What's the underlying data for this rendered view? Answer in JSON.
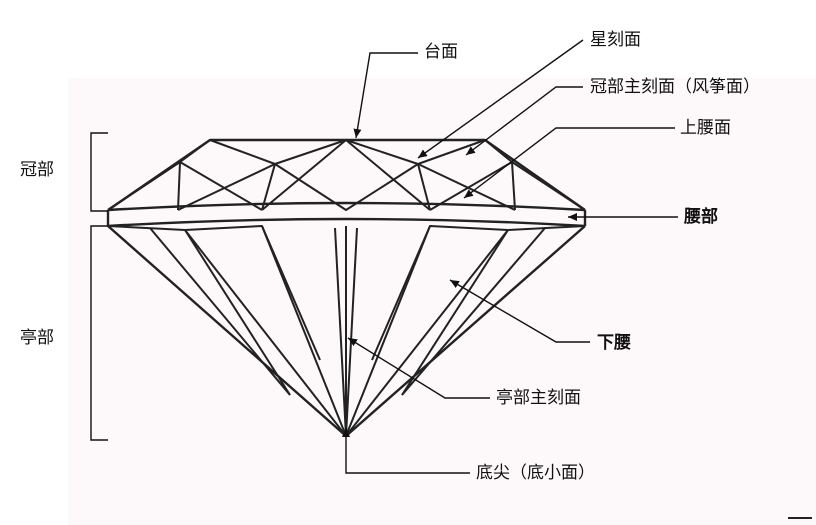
{
  "diagram": {
    "labels": {
      "table": "台面",
      "star_facet": "星刻面",
      "crown_main_facet": "冠部主刻面（风筝面）",
      "upper_girdle_facet": "上腰面",
      "girdle": "腰部",
      "lower_girdle": "下腰",
      "pavilion_main_facet": "亭部主刻面",
      "culet": "底尖（底小面）",
      "crown": "冠部",
      "pavilion": "亭部"
    }
  }
}
